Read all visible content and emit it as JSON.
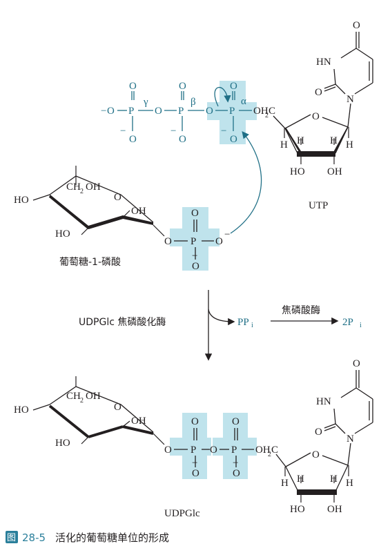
{
  "figure": {
    "caption_tag": "图",
    "caption_number": "28-5",
    "caption_text": "活化的葡萄糖单位的形成"
  },
  "colors": {
    "teal": "#1f6f86",
    "highlight": "#bfe3ec",
    "black": "#231f20"
  },
  "utp": {
    "name": "UTP",
    "phosphates": [
      "γ",
      "β",
      "α"
    ],
    "o": "O",
    "neg": "−",
    "p": "P",
    "hn": "HN",
    "n": "N",
    "oh2c": "OH",
    "c": "C",
    "h": "H",
    "ho": "HO",
    "oh": "OH"
  },
  "glc1p": {
    "name": "葡萄糖-1-磷酸",
    "ch2oh": "CH",
    "oh_sub": "OH",
    "ho": "HO",
    "oh": "OH",
    "o": "O",
    "p": "P"
  },
  "reaction": {
    "enzyme": "UDPGlc 焦磷酸化酶",
    "byproduct": "PP",
    "byproduct_sub": "i",
    "second_enzyme": "焦磷酸酶",
    "product2": "2P",
    "product2_sub": "i"
  },
  "udpglc": {
    "name": "UDPGlc"
  }
}
